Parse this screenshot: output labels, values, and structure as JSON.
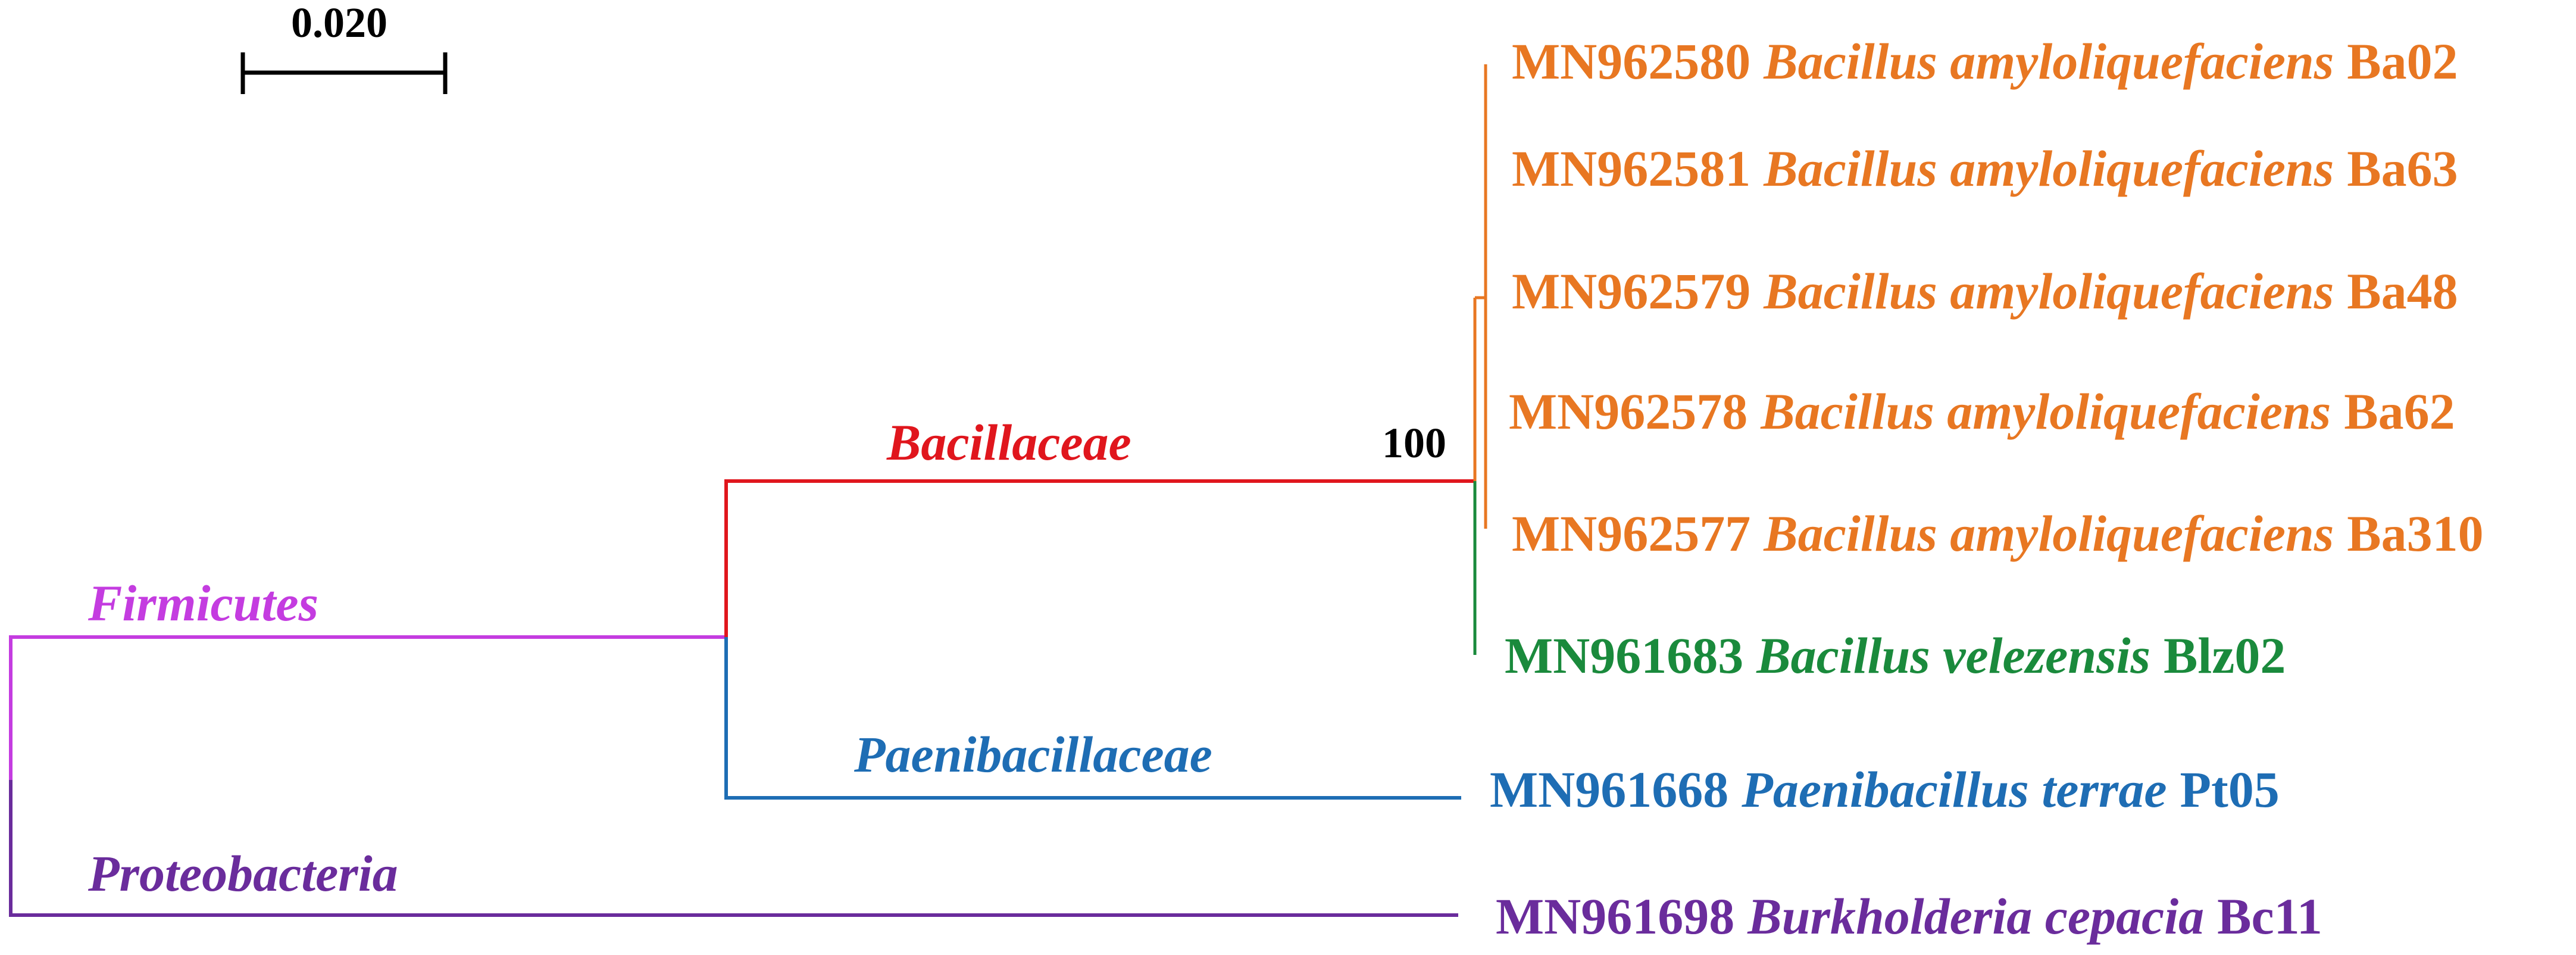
{
  "scale_bar": {
    "label": "0.020"
  },
  "bootstrap": {
    "value": "100"
  },
  "colors": {
    "orange": "#E87722",
    "green": "#1A8A3C",
    "blue": "#1E6DB4",
    "purple": "#6A2C9C",
    "magenta": "#C43CE0",
    "red": "#E0161D",
    "black": "#000000"
  },
  "clades": {
    "firmicutes": "Firmicutes",
    "proteobacteria": "Proteobacteria",
    "bacillaceae": "Bacillaceae",
    "paenibacillaceae": "Paenibacillaceae"
  },
  "taxa": [
    {
      "accession": "MN962580",
      "species": "Bacillus amyloliquefaciens",
      "strain": "Ba02",
      "color": "#E87722"
    },
    {
      "accession": "MN962581",
      "species": "Bacillus amyloliquefaciens",
      "strain": "Ba63",
      "color": "#E87722"
    },
    {
      "accession": "MN962579",
      "species": "Bacillus amyloliquefaciens",
      "strain": "Ba48",
      "color": "#E87722"
    },
    {
      "accession": "MN962578",
      "species": "Bacillus amyloliquefaciens",
      "strain": "Ba62",
      "color": "#E87722"
    },
    {
      "accession": "MN962577",
      "species": "Bacillus amyloliquefaciens",
      "strain": "Ba310",
      "color": "#E87722"
    },
    {
      "accession": "MN961683",
      "species": "Bacillus velezensis",
      "strain": "Blz02",
      "color": "#1A8A3C"
    },
    {
      "accession": "MN961668",
      "species": "Paenibacillus terrae",
      "strain": "Pt05",
      "color": "#1E6DB4"
    },
    {
      "accession": "MN961698",
      "species": "Burkholderia cepacia",
      "strain": "Bc11",
      "color": "#6A2C9C"
    }
  ]
}
